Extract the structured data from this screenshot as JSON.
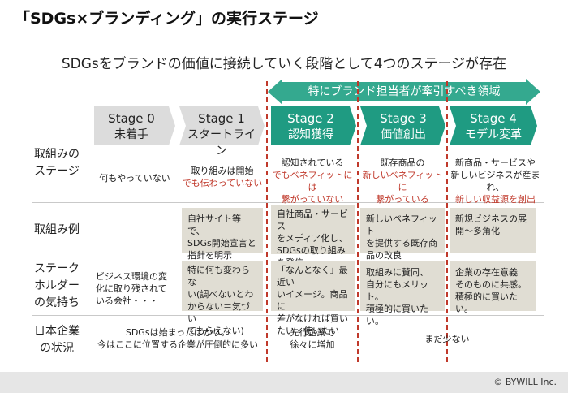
{
  "title": "「SDGs×ブランディング」の実行ステージ",
  "subtitle": "SDGsをブランドの価値に接続していく段階として4つのステージが存在",
  "banner": "特にブランド担当者が牽引すべき領域",
  "colors": {
    "stage_grey": "#dcdcdc",
    "stage_teal": "#1f9b82",
    "banner_teal": "#34a98f",
    "red": "#c0392b",
    "box": "#e0ddd3"
  },
  "stages": [
    {
      "label": "Stage 0",
      "name": "未着手"
    },
    {
      "label": "Stage 1",
      "name": "スタートライン"
    },
    {
      "label": "Stage 2",
      "name": "認知獲得"
    },
    {
      "label": "Stage 3",
      "name": "価値創出"
    },
    {
      "label": "Stage 4",
      "name": "モデル変革"
    }
  ],
  "row_labels": {
    "stage": [
      "取組みの",
      "ステージ"
    ],
    "examples": "取組み例",
    "stakeholders": [
      "ステーク",
      "ホルダー",
      "の気持ち"
    ],
    "japan": [
      "日本企業",
      "の状況"
    ]
  },
  "row_stage": {
    "s0": "何もやっていない",
    "s1": [
      "取り組みは開始",
      "でも伝わっていない"
    ],
    "s2": [
      "認知されている",
      "でもベネフィットには",
      "繋がっていない"
    ],
    "s3": [
      "既存商品の",
      "新しいベネフィットに",
      "繋がっている"
    ],
    "s4": [
      "新商品・サービスや",
      "新しいビジネスが産まれ、",
      "新しい収益源を創出"
    ]
  },
  "row_examples": {
    "s1": [
      "自社サイト等で、",
      "SDGs開始宣言と",
      "指針を明示"
    ],
    "s2": [
      "自社商品・サービス",
      "をメディア化し、",
      "SDGsの取り組み",
      "を発信"
    ],
    "s3": [
      "新しいベネフィット",
      "を提供する既存商",
      "品の改良"
    ],
    "s4": [
      "新規ビジネスの展",
      "開～多角化"
    ]
  },
  "row_stakeholders": {
    "s0": [
      "ビジネス環境の変",
      "化に取り残されて",
      "いる会社・・・"
    ],
    "s1": [
      "特に何も変わらな",
      "い(調べないとわ",
      "からない＝気づい",
      "てもらえない)"
    ],
    "s2": [
      "「なんとなく」最近い",
      "いイメージ。商品に",
      "差がなければ買い",
      "たい・使いたい"
    ],
    "s3": [
      "取組みに賛同、",
      "自分にもメリット。",
      "積極的に買いたい。"
    ],
    "s4": [
      "企業の存在意義",
      "そのものに共感。",
      "積極的に買いたい。"
    ]
  },
  "row_japan": {
    "s01": [
      "SDGsは始まったばかり。",
      "今はここに位置する企業が圧倒的に多い"
    ],
    "s2": [
      "先行企業で",
      "徐々に増加"
    ],
    "s34": "まだ少ない"
  },
  "copyright": "© BYWILL Inc."
}
